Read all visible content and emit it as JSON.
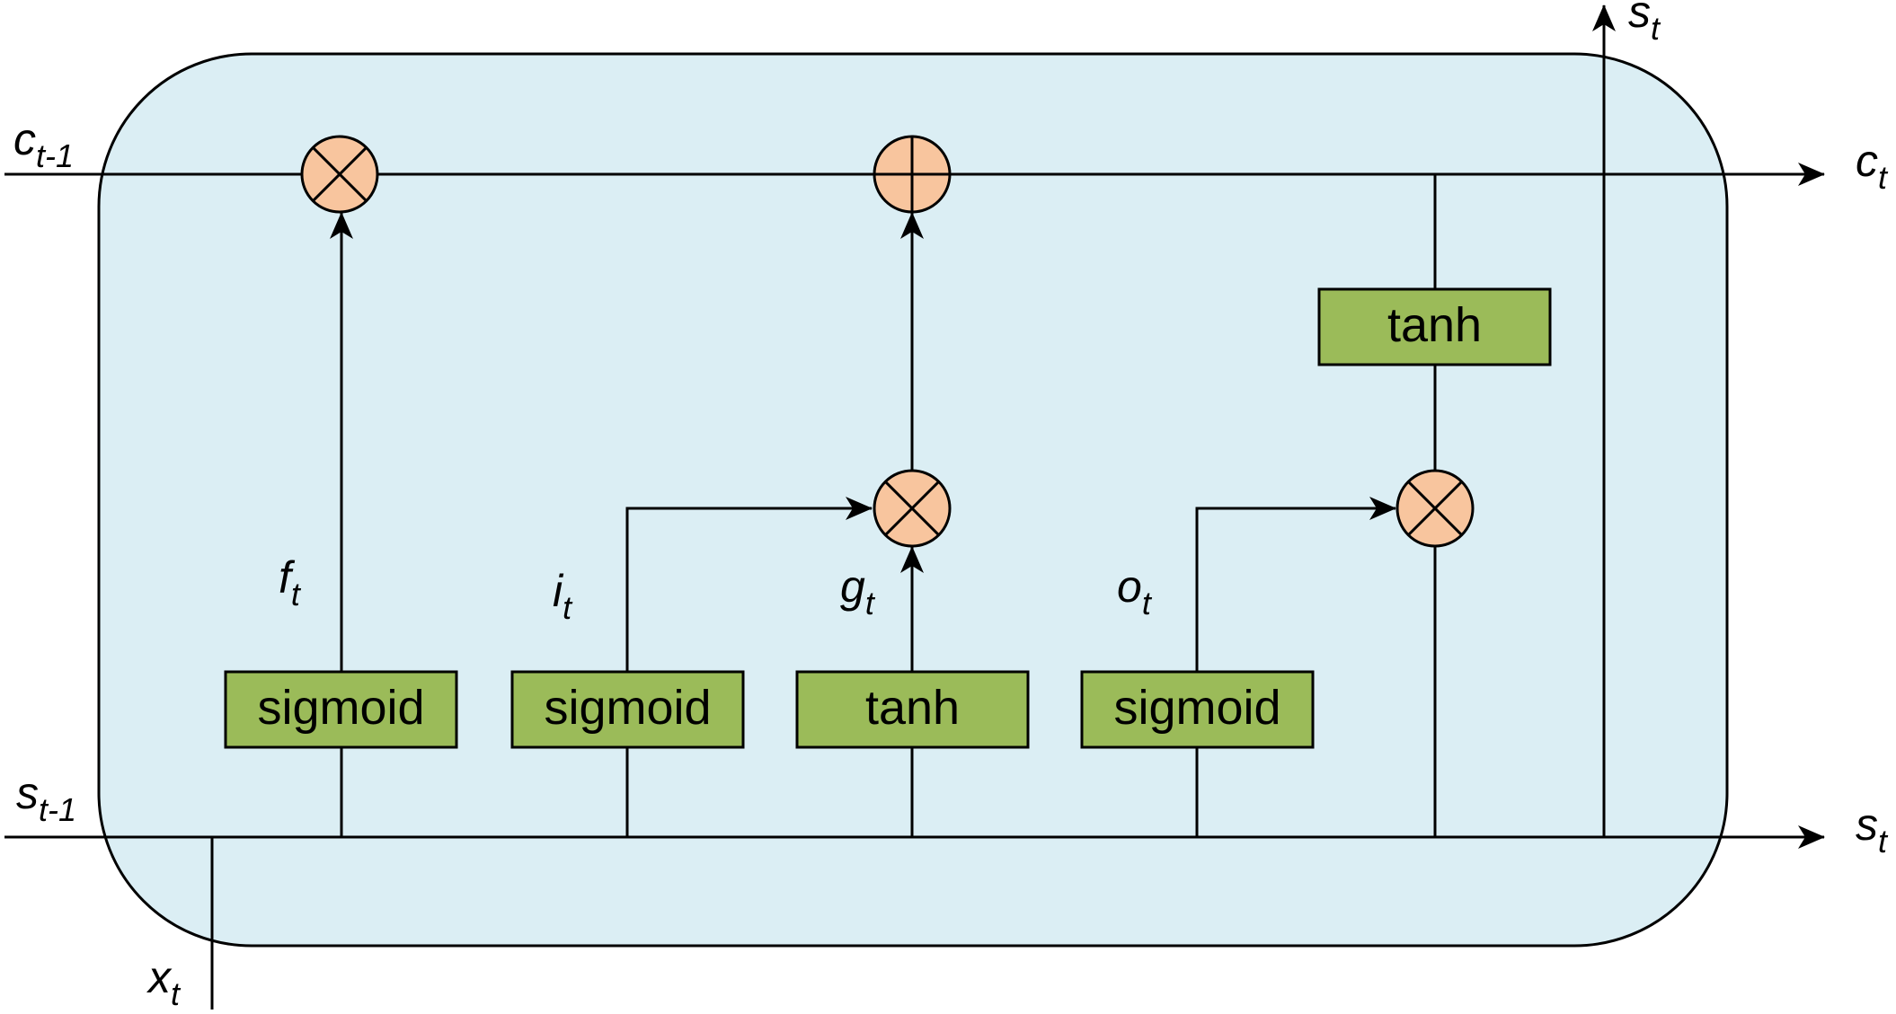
{
  "labels": {
    "c_prev": {
      "base": "c",
      "sub": "t-1"
    },
    "c_next": {
      "base": "c",
      "sub": "t"
    },
    "s_prev": {
      "base": "s",
      "sub": "t-1"
    },
    "s_next": {
      "base": "s",
      "sub": "t"
    },
    "s_top": {
      "base": "s",
      "sub": "t"
    },
    "x_in": {
      "base": "x",
      "sub": "t"
    },
    "f_gate": {
      "base": "f",
      "sub": "t"
    },
    "i_gate": {
      "base": "i",
      "sub": "t"
    },
    "g_gate": {
      "base": "g",
      "sub": "t"
    },
    "o_gate": {
      "base": "o",
      "sub": "t"
    }
  },
  "boxes": {
    "forget": "sigmoid",
    "input": "sigmoid",
    "candidate": "tanh",
    "output": "sigmoid",
    "cell_tanh": "tanh"
  },
  "colors": {
    "cell_fill": "#dbeef4",
    "box_fill": "#9bbb59",
    "op_fill": "#f8c59e",
    "line": "#000000"
  },
  "operators": [
    "multiply",
    "add",
    "multiply",
    "multiply"
  ]
}
